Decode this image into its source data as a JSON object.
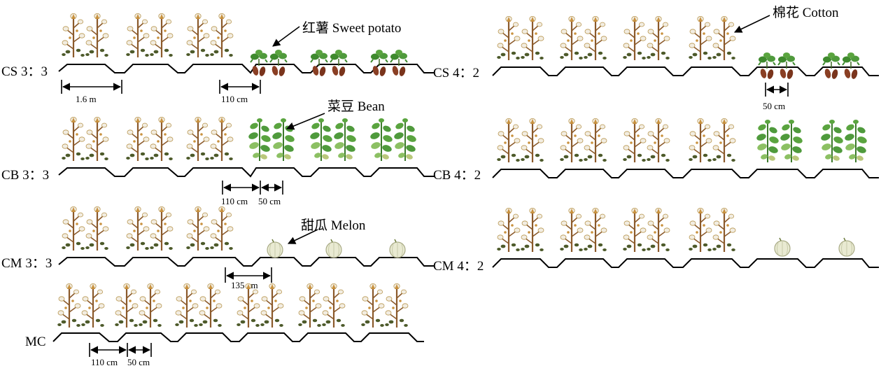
{
  "labels": {
    "cs33": "CS 3：3",
    "cb33": "CB 3：3",
    "cm33": "CM 3：3",
    "mc": "MC",
    "cs42": "CS 4：2",
    "cb42": "CB 4：2",
    "cm42": "CM 4：2"
  },
  "crops": {
    "sweet_potato": "红薯 Sweet potato",
    "bean": "菜豆 Bean",
    "melon": "甜瓜  Melon",
    "cotton": "棉花 Cotton"
  },
  "dimensions": {
    "w_1_6m": "1.6 m",
    "w_110a": "110 cm",
    "w_110b": "110 cm",
    "w_50a": "50 cm",
    "w_135": "135 cm",
    "w_110c": "110 cm",
    "w_50b": "50 cm",
    "w_50c": "50 cm"
  },
  "colors": {
    "cotton_stem": "#8b5a2b",
    "cotton_boll": "#f2ede2",
    "cotton_bract": "#c9923f",
    "cotton_leaf": "#4d5a2a",
    "bean_leaf": "#4f9a3c",
    "bean_leaf_light": "#8cc063",
    "potato_leaf": "#3f8a2e",
    "potato_tuber": "#8a3f24",
    "melon_fill": "#e9ead2",
    "melon_stroke": "#a9ab86"
  }
}
